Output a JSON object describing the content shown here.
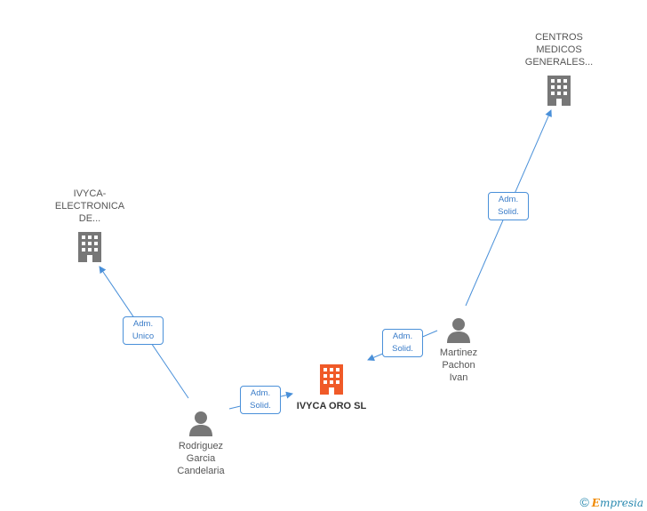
{
  "colors": {
    "edge": "#4a90d9",
    "company": "#777777",
    "main_company": "#f05a28",
    "person": "#777777"
  },
  "nodes": {
    "ivyca_electronica": {
      "label": "IVYCA-\nELECTRONICA\nDE...",
      "icon": "building-icon"
    },
    "centros_medicos": {
      "label": "CENTROS\nMEDICOS\nGENERALES...",
      "icon": "building-icon"
    },
    "ivyca_oro": {
      "label": "IVYCA ORO SL",
      "icon": "building-icon"
    },
    "martinez": {
      "label": "Martinez\nPachon\nIvan",
      "icon": "person-icon"
    },
    "rodriguez": {
      "label": "Rodriguez\nGarcia\nCandelaria",
      "icon": "person-icon"
    }
  },
  "edges": [
    {
      "from": "rodriguez",
      "to": "ivyca_electronica",
      "label": "Adm.\nUnico"
    },
    {
      "from": "rodriguez",
      "to": "ivyca_oro",
      "label": "Adm.\nSolid."
    },
    {
      "from": "martinez",
      "to": "ivyca_oro",
      "label": "Adm.\nSolid."
    },
    {
      "from": "martinez",
      "to": "centros_medicos",
      "label": "Adm.\nSolid."
    }
  ],
  "brand": {
    "copyright": "©",
    "name_first": "E",
    "name_rest": "mpresia"
  }
}
